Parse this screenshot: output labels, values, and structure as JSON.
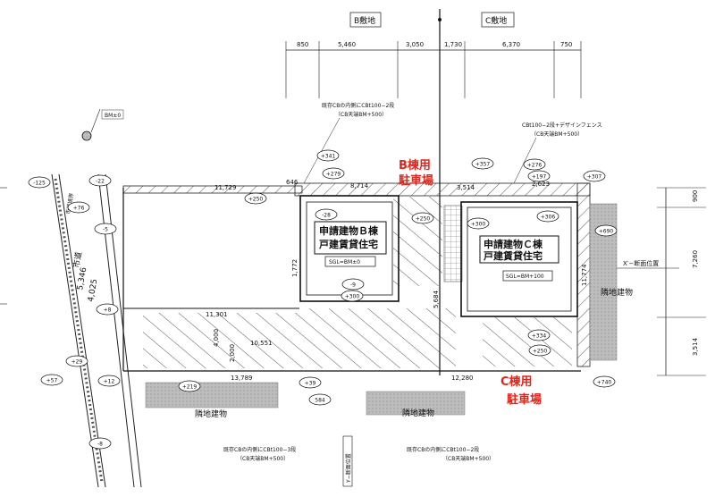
{
  "header": {
    "lot_b": "B敷地",
    "lot_c": "C敷地",
    "top_dims": [
      "850",
      "5,460",
      "3,050",
      "1,730",
      "6,370",
      "750"
    ]
  },
  "right_dims": [
    "900",
    "7,260",
    "3,514"
  ],
  "left_road": {
    "label_road": "市道",
    "label_num1": "5,346",
    "label_num2": "4,025",
    "bm_label": "BM±0",
    "bm_note": "市道境界"
  },
  "buildings": {
    "b": {
      "title": "申請建物Ｂ棟",
      "sub": "戸建賃貸住宅",
      "sgl": "SGL=BM±0"
    },
    "c": {
      "title": "申請建物Ｃ棟",
      "sub": "戸建賃貸住宅",
      "sgl": "SGL=BM+100"
    }
  },
  "parking": {
    "b_line1": "B棟用",
    "b_line2": "駐車場",
    "c_line1": "C棟用",
    "c_line2": "駐車場"
  },
  "notes": {
    "fence_b": "既存CBの内側にCBt100−2段",
    "fence_b_sub": "（CB天端BM+500）",
    "fence_c": "CBt100−2段+デザインフェンス",
    "fence_c_sub": "（CB天端BM+500）",
    "fence_bottom_left": "既存CBの内側にCBt100−3段",
    "fence_bottom_left_sub": "（CB天端BM+500）",
    "fence_bottom_right": "既存CBの内側にCBt100−2段",
    "fence_bottom_right_sub": "（CB天端BM+500）",
    "neighbor": "隣地建物",
    "x_section": "X′−断面位置",
    "y_section": "Y−断面位置"
  },
  "dims_inner": {
    "top_left_run": "11,729",
    "top_mid": "646",
    "top_b": "8,714",
    "top_c": "3,514",
    "top_c2": "2,623",
    "mid_left": "11,301",
    "mid_low": "10,551",
    "bottom_left": "13,789",
    "bottom_right": "12,280",
    "v_4000": "4,000",
    "v_2000": "2,000",
    "v_1772": "1,772",
    "v_5684": "5,684",
    "v_11774": "11,774"
  },
  "spot_levels": [
    "+341",
    "+279",
    "-22",
    "-125",
    "+76",
    "-5",
    "+8",
    "+29",
    "+57",
    "+12",
    "+219",
    "+39",
    "584",
    "+250",
    "-28",
    "+250",
    "+300",
    "-9",
    "+300",
    "+357",
    "+276",
    "+197",
    "+307",
    "+306",
    "+690",
    "+334",
    "+250",
    "+740",
    "-8"
  ]
}
